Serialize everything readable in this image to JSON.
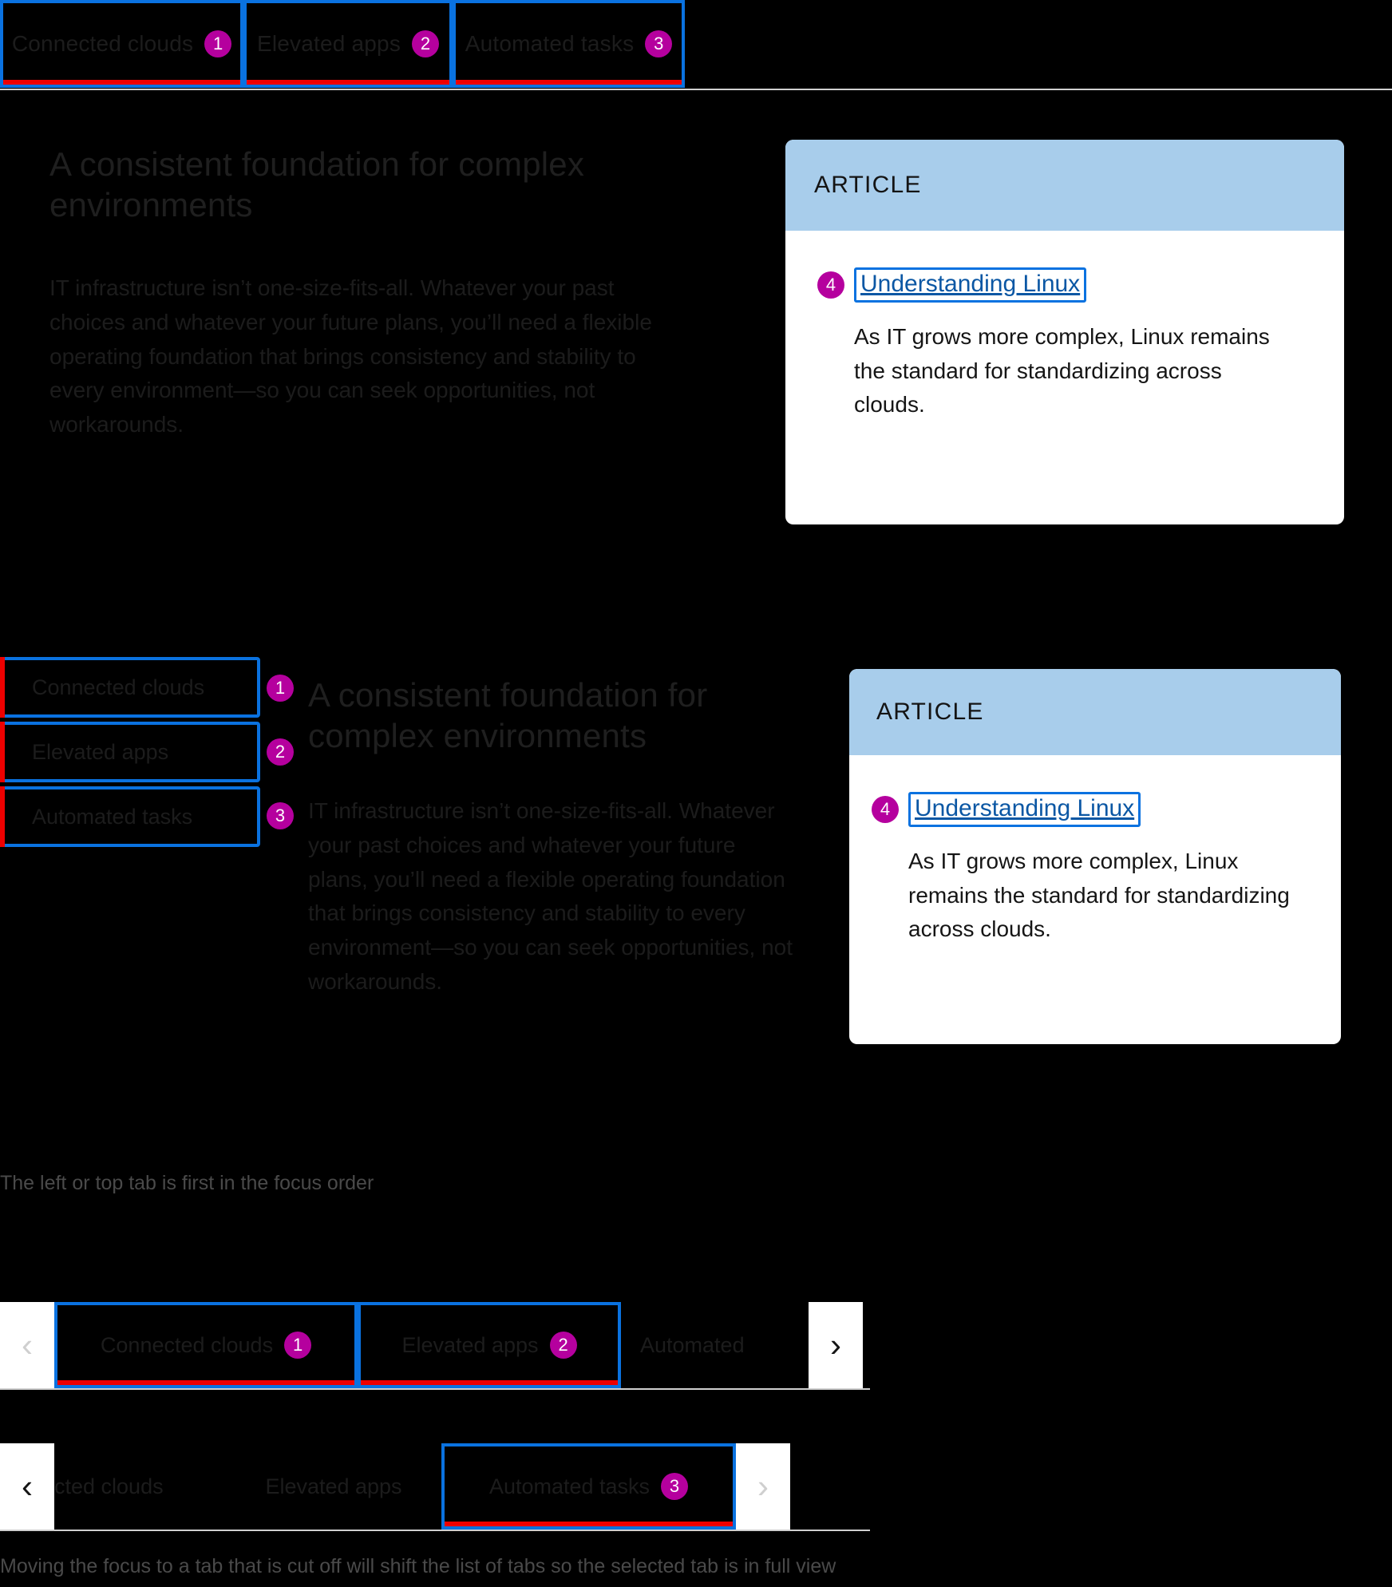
{
  "tabs": {
    "items": [
      {
        "label": "Connected clouds",
        "badge": "1"
      },
      {
        "label": "Elevated apps",
        "badge": "2"
      },
      {
        "label": "Automated tasks",
        "badge": "3"
      }
    ]
  },
  "panel": {
    "heading": "A consistent foundation for complex environments",
    "body": "IT infrastructure isn’t one-size-fits-all. Whatever your past choices and whatever your future plans, you’ll need a flexible operating foundation that brings consistency and stability to every environment—so you can seek opportunities, not workarounds."
  },
  "card": {
    "eyebrow": "ARTICLE",
    "link": "Understanding Linux",
    "link_badge": "4",
    "description": "As IT grows more complex, Linux remains the standard for standardizing across clouds."
  },
  "captions": {
    "focus_order": "The left or top tab is first in the focus order",
    "scroll_shift": "Moving the focus to a tab that is cut off will shift the list of tabs so the selected tab is in full view"
  },
  "scroller": {
    "top": {
      "prev_icon": "‹",
      "next_icon": "›",
      "prev_state": "disabled",
      "next_state": "enabled",
      "tabs": [
        {
          "label": "Connected clouds",
          "badge": "1"
        },
        {
          "label": "Elevated apps",
          "badge": "2"
        },
        {
          "label": "Automated",
          "badge": ""
        }
      ]
    },
    "bottom": {
      "prev_icon": "‹",
      "next_icon": "›",
      "prev_state": "enabled",
      "next_state": "disabled",
      "tabs": [
        {
          "label": "cted clouds",
          "badge": ""
        },
        {
          "label": "Elevated apps",
          "badge": ""
        },
        {
          "label": "Automated tasks",
          "badge": "3"
        }
      ]
    }
  },
  "colors": {
    "focus_ring": "#0a72e0",
    "selected_underline": "#ee0000",
    "badge": "#b5009e",
    "card_header": "#a8cdeb",
    "link": "#0b57a4",
    "background": "#000000"
  }
}
